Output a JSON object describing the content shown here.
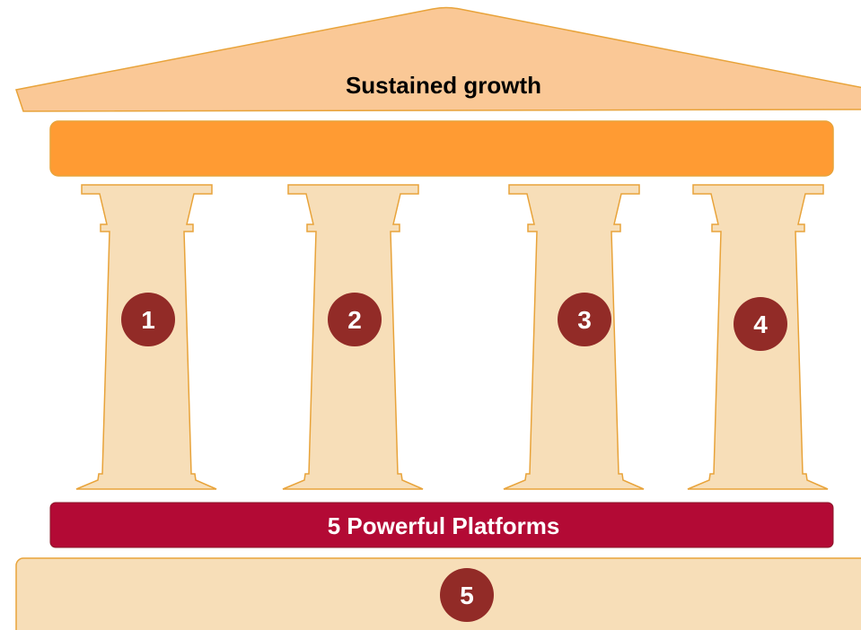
{
  "roof": {
    "title": "Sustained growth"
  },
  "platform_band": {
    "label": "5 Powerful Platforms"
  },
  "pillars": [
    {
      "number": "1"
    },
    {
      "number": "2"
    },
    {
      "number": "3"
    },
    {
      "number": "4"
    }
  ],
  "base": {
    "number": "5"
  },
  "colors": {
    "roof_fill": "#FAC896",
    "stroke": "#E8A33A",
    "beam_fill": "#FF9B33",
    "pillar_fill": "#F7DEB8",
    "band_fill": "#B30A35",
    "badge_fill": "#922B27",
    "base_fill": "#F7DEB8"
  }
}
